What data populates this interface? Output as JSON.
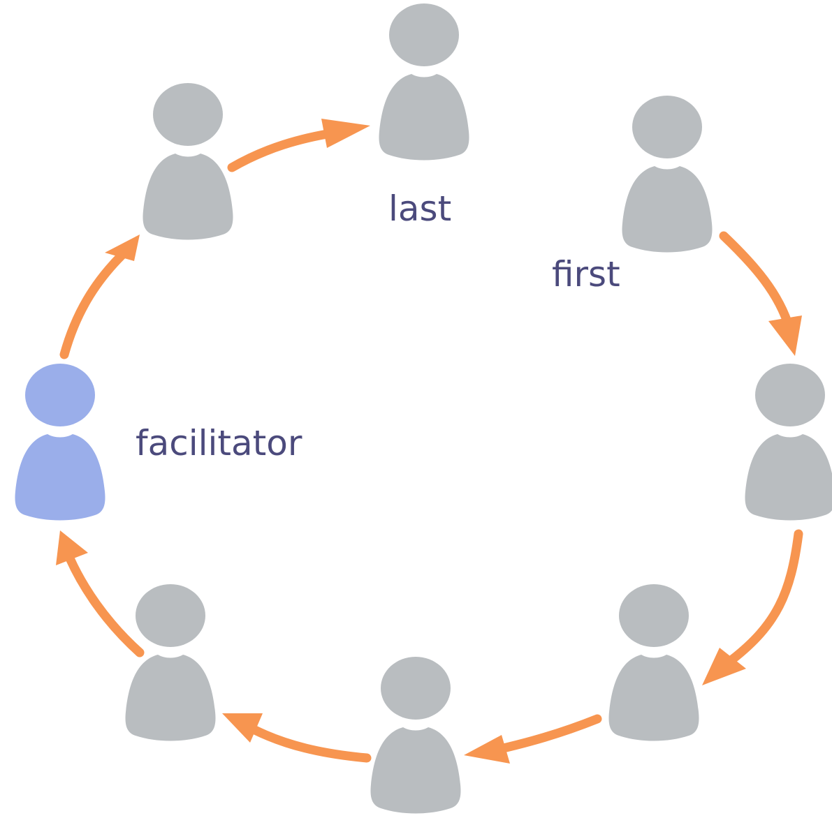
{
  "labels": {
    "last": "last",
    "first": "first",
    "facilitator": "facilitator"
  },
  "people": [
    {
      "id": "facilitator",
      "role": "facilitator"
    },
    {
      "id": "person-top-left",
      "role": "participant"
    },
    {
      "id": "person-last",
      "role": "participant"
    },
    {
      "id": "person-first",
      "role": "participant"
    },
    {
      "id": "person-right",
      "role": "participant"
    },
    {
      "id": "person-bottom-right",
      "role": "participant"
    },
    {
      "id": "person-bottom",
      "role": "participant"
    },
    {
      "id": "person-bottom-left",
      "role": "participant"
    }
  ],
  "colors": {
    "participant": "#b9bdc0",
    "facilitator": "#9aaeea",
    "arrow": "#f79550",
    "label": "#4b4a7c",
    "background": "#ffffff"
  }
}
